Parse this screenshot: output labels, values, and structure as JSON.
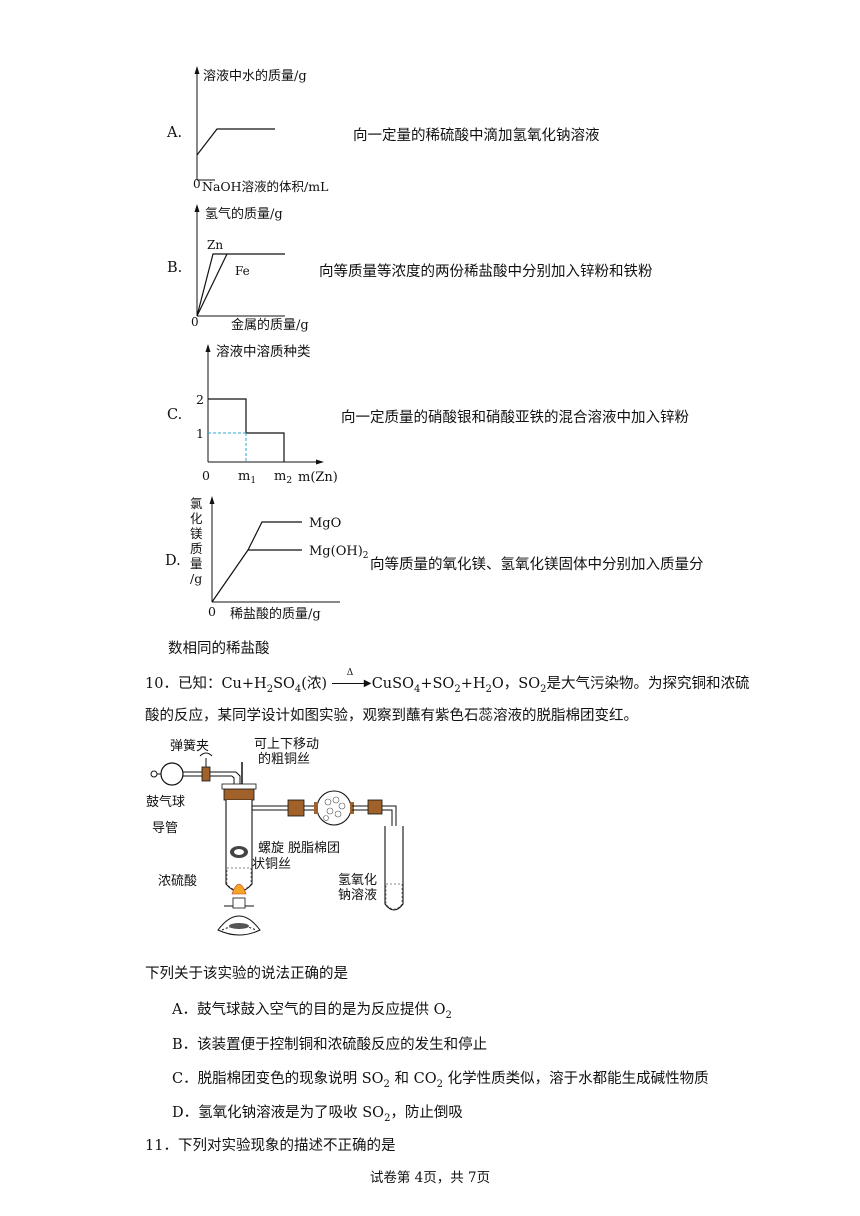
{
  "optionA": {
    "letter": "A.",
    "description": "向一定量的稀硫酸中滴加氢氧化钠溶液",
    "chart": {
      "ylabel": "溶液中水的质量/g",
      "xlabel": "NaOH溶液的体积/mL",
      "origin": "0"
    }
  },
  "optionB": {
    "letter": "B.",
    "description": "向等质量等浓度的两份稀盐酸中分别加入锌粉和铁粉",
    "chart": {
      "ylabel": "氢气的质量/g",
      "xlabel": "金属的质量/g",
      "origin": "0",
      "series_zn": "Zn",
      "series_fe": "Fe"
    }
  },
  "optionC": {
    "letter": "C.",
    "description": "向一定质量的硝酸银和硝酸亚铁的混合溶液中加入锌粉",
    "chart": {
      "ylabel": "溶液中溶质种类",
      "xlabel": "m(Zn)",
      "origin": "0",
      "ytick2": "2",
      "ytick1": "1",
      "xtick_m": "m",
      "xtick1_sub": "1",
      "xtick2_sub": "2"
    }
  },
  "optionD": {
    "letter": "D.",
    "description": "向等质量的氧化镁、氢氧化镁固体中分别加入质量分",
    "description_cont": "数相同的稀盐酸",
    "chart": {
      "ylabel": [
        "氯",
        "化",
        "镁",
        "质",
        "量",
        "/g"
      ],
      "xlabel": "稀盐酸的质量/g",
      "origin": "0",
      "series_mgo": "MgO",
      "series_mgoh": "Mg(OH)",
      "series_mgoh_sub": "2"
    }
  },
  "q10": {
    "number": "10．",
    "known": "已知：",
    "eq_left": "Cu+H",
    "eq_left2": "SO",
    "eq_left3": "(浓)",
    "eq_delta": "Δ",
    "eq_right": "CuSO",
    "eq_right2": "+SO",
    "eq_right3": "+H",
    "eq_right4": "O，SO",
    "line1_rest": "是大气污染物。为探究铜和浓硫",
    "line2": "酸的反应，某同学设计如图实验，观察到蘸有紫色石蕊溶液的脱脂棉团变红。",
    "figure_labels": {
      "spring_clip": "弹簧夹",
      "movable_wire_1": "可上下移动",
      "movable_wire_2": "的粗铜丝",
      "air_bulb": "鼓气球",
      "tube": "导管",
      "spiral_1": "螺旋",
      "spiral_2": "状铜丝",
      "cotton": "脱脂棉团",
      "conc_acid": "浓硫酸",
      "naoh_1": "氢氧化",
      "naoh_2": "钠溶液"
    },
    "stem": "下列关于该实验的说法正确的是",
    "options": {
      "A": "A．鼓气球鼓入空气的目的是为反应提供 O",
      "B": "B．该装置便于控制铜和浓硫酸反应的发生和停止",
      "C1": "C．脱脂棉团变色的现象说明 SO",
      "C2": " 和 CO",
      "C3": " 化学性质类似，溶于水都能生成碱性物质",
      "D1": "D．氢氧化钠溶液是为了吸收 SO",
      "D2": "，防止倒吸"
    }
  },
  "q11": {
    "text": "11．下列对实验现象的描述不正确的是"
  },
  "footer": "试卷第 4页，共 7页"
}
